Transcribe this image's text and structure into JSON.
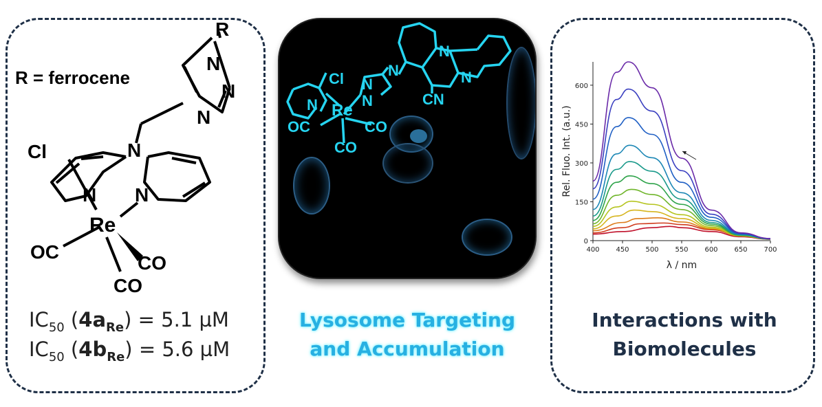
{
  "left_panel": {
    "r_label": "R = ferrocene",
    "atoms": {
      "r": "R",
      "cl": "Cl",
      "n_amine": "N",
      "n_pyr_left": "N",
      "n_pyr_right": "N",
      "re": "Re",
      "oc": "OC",
      "co_right": "CO",
      "co_bottom": "CO",
      "n_triazole_1": "N",
      "n_triazole_2": "N",
      "n_triazole_3": "N"
    },
    "ic50_a": {
      "prefix": "IC",
      "sub": "50",
      "open": " (",
      "compound": "4a",
      "compound_sub": "Re",
      "close": ") = 5.1 µM"
    },
    "ic50_b": {
      "prefix": "IC",
      "sub": "50",
      "open": " (",
      "compound": "4b",
      "compound_sub": "Re",
      "close": ") = 5.6 µM"
    }
  },
  "center_panel": {
    "atoms": {
      "n_pyr": "N",
      "cl": "Cl",
      "re": "Re",
      "n_tz1": "N",
      "n_tz2": "N",
      "n_link": "N",
      "oc": "OC",
      "co_right": "CO",
      "co_bottom": "CO",
      "n_q1": "N",
      "n_q2": "N",
      "cn": "CN"
    },
    "accent_color": "#26d4f0",
    "caption_line1": "Lysosome Targeting",
    "caption_line2": "and Accumulation"
  },
  "right_panel": {
    "caption_line1": "Interactions with",
    "caption_line2": "Biomolecules",
    "chart_data": {
      "type": "line",
      "xlabel": "λ / nm",
      "ylabel": "Rel. Fluo. Int. (a.u.)",
      "xlim": [
        400,
        700
      ],
      "ylim": [
        0,
        690
      ],
      "x_ticks": [
        "400",
        "450",
        "500",
        "550",
        "600",
        "650",
        "700"
      ],
      "y_ticks": [
        "0",
        "150",
        "300",
        "450",
        "600"
      ],
      "series": [
        {
          "color": "#c0102a",
          "x": [
            400,
            450,
            500,
            530,
            550,
            600,
            650,
            700
          ],
          "y": [
            25,
            35,
            50,
            55,
            50,
            35,
            15,
            5
          ]
        },
        {
          "color": "#d03a1c",
          "x": [
            400,
            450,
            480,
            520,
            550,
            600,
            650,
            700
          ],
          "y": [
            30,
            50,
            65,
            68,
            62,
            42,
            18,
            6
          ]
        },
        {
          "color": "#dd7a18",
          "x": [
            400,
            450,
            475,
            510,
            550,
            600,
            650,
            700
          ],
          "y": [
            38,
            70,
            85,
            88,
            72,
            45,
            18,
            6
          ]
        },
        {
          "color": "#d6b51e",
          "x": [
            400,
            440,
            470,
            500,
            550,
            600,
            650,
            700
          ],
          "y": [
            45,
            95,
            118,
            112,
            85,
            48,
            18,
            6
          ]
        },
        {
          "color": "#b5c41e",
          "x": [
            400,
            440,
            465,
            500,
            550,
            600,
            650,
            700
          ],
          "y": [
            55,
            130,
            152,
            140,
            100,
            52,
            18,
            6
          ]
        },
        {
          "color": "#6fb52a",
          "x": [
            400,
            440,
            465,
            500,
            550,
            600,
            650,
            700
          ],
          "y": [
            65,
            175,
            198,
            178,
            120,
            58,
            20,
            6
          ]
        },
        {
          "color": "#2ea34a",
          "x": [
            400,
            440,
            462,
            500,
            550,
            600,
            650,
            700
          ],
          "y": [
            78,
            225,
            250,
            220,
            140,
            64,
            21,
            6
          ]
        },
        {
          "color": "#19998a",
          "x": [
            400,
            440,
            462,
            500,
            550,
            600,
            650,
            700
          ],
          "y": [
            95,
            275,
            305,
            268,
            160,
            70,
            22,
            7
          ]
        },
        {
          "color": "#1c87b5",
          "x": [
            400,
            440,
            462,
            500,
            550,
            600,
            650,
            700
          ],
          "y": [
            120,
            335,
            368,
            320,
            185,
            78,
            24,
            7
          ]
        },
        {
          "color": "#1f5fc4",
          "x": [
            400,
            440,
            460,
            500,
            550,
            600,
            650,
            700
          ],
          "y": [
            160,
            440,
            475,
            410,
            225,
            90,
            26,
            7
          ]
        },
        {
          "color": "#3a3fc0",
          "x": [
            400,
            440,
            460,
            500,
            550,
            600,
            650,
            700
          ],
          "y": [
            200,
            545,
            585,
            500,
            270,
            102,
            28,
            8
          ]
        },
        {
          "color": "#6a2aa8",
          "x": [
            400,
            440,
            460,
            500,
            550,
            600,
            650,
            700
          ],
          "y": [
            230,
            650,
            690,
            590,
            318,
            118,
            30,
            8
          ]
        }
      ]
    }
  }
}
